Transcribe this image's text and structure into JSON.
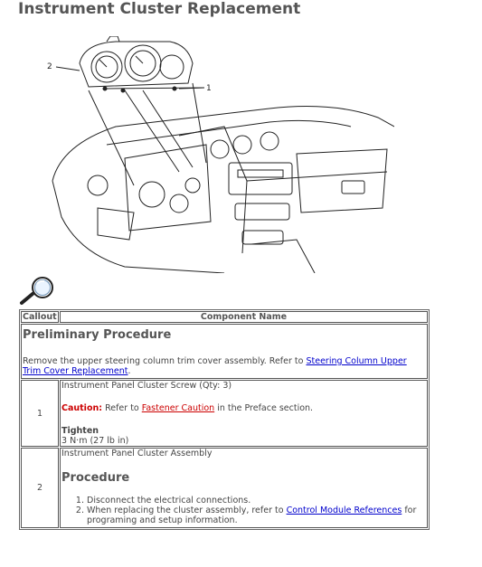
{
  "page": {
    "title": "Instrument Cluster Replacement"
  },
  "diagram": {
    "callout_1": "1",
    "callout_2": "2"
  },
  "table": {
    "headers": {
      "callout": "Callout",
      "component": "Component Name"
    },
    "preliminary": {
      "heading": "Preliminary Procedure",
      "text": "Remove the upper steering column trim cover assembly. Refer to ",
      "link": "Steering Column Upper Trim Cover Replacement",
      "after": "."
    },
    "rows": [
      {
        "callout": "1",
        "name": "Instrument Panel Cluster Screw (Qty: 3)",
        "caution_label": "Caution:",
        "caution_pre": " Refer to ",
        "caution_link": "Fastener Caution",
        "caution_post": " in the Preface section.",
        "tighten_label": "Tighten",
        "tighten_value": "3 N·m (27 lb in)"
      },
      {
        "callout": "2",
        "name": "Instrument Panel Cluster Assembly",
        "procedure_heading": "Procedure",
        "steps": [
          "Disconnect the electrical connections.",
          "When replacing the cluster assembly, refer to "
        ],
        "step2_link": "Control Module References",
        "step2_post": " for programing and setup information."
      }
    ]
  }
}
